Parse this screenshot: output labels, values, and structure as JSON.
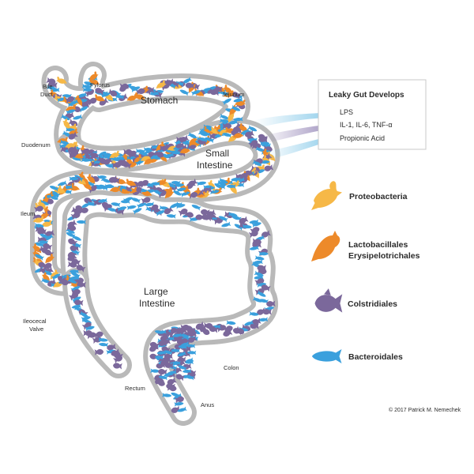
{
  "colors": {
    "gut_wall": "#b9b9b9",
    "proteobacteria": "#f6b847",
    "lactobacillales": "#ed8a2a",
    "colstridiales": "#7b689b",
    "bacteroidales": "#3aa0dd",
    "callout_border": "#c8c8c8",
    "stream_blue": "#79c3e6",
    "stream_purple": "#8b7bb0"
  },
  "anatomy": {
    "bile_duct": [
      "Bile",
      "Duct"
    ],
    "pylorus": "Pylorus",
    "jejunum": "Jejunum",
    "duodenum": "Duodenum",
    "ileum": "Ileum",
    "ileocecal_valve": [
      "Ileocecal",
      "Valve"
    ],
    "rectum": "Rectum",
    "anus": "Anus",
    "colon": "Colon"
  },
  "organs": {
    "stomach": "Stomach",
    "small_intestine": [
      "Small",
      "Intestine"
    ],
    "large_intestine": [
      "Large",
      "Intestine"
    ]
  },
  "callout": {
    "title": "Leaky Gut Develops",
    "items": [
      "LPS",
      "IL-1, IL-6, TNF-α",
      "Propionic Acid"
    ]
  },
  "legend": [
    {
      "key": "proteobacteria",
      "label": "Proteobacteria",
      "icon": "bird-icon"
    },
    {
      "key": "lactobacillales",
      "label": "Lactobacillales\nErysipelotrichales",
      "icon": "bird-icon"
    },
    {
      "key": "colstridiales",
      "label": "Colstridiales",
      "icon": "round-fish-icon"
    },
    {
      "key": "bacteroidales",
      "label": "Bacteroidales",
      "icon": "fish-icon"
    }
  ],
  "copyright": "© 2017 Patrick M. Nemechek"
}
